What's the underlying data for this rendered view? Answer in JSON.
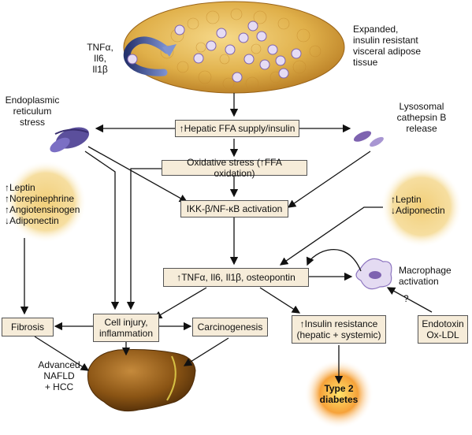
{
  "labels": {
    "cytokines_left": "TNFα,\nIl6,\nIl1β",
    "visceral": "Expanded,\ninsulin resistant\nvisceral adipose\ntissue",
    "er_stress": "Endoplasmic\nreticulum\nstress",
    "lysosomal": "Lysosomal\ncathepsin B\nrelease",
    "left_adipose": "↑Leptin\n↑Norepinephrine\n↑Angiotensinogen\n↓Adiponectin",
    "right_adipose": "↑Leptin\n↓Adiponectin",
    "macrophage": "Macrophage\nactivation",
    "question": "?",
    "advanced": "Advanced\nNAFLD\n+ HCC",
    "type2": "Type 2\ndiabetes"
  },
  "boxes": {
    "hepatic_ffa": "↑Hepatic FFA supply/insulin",
    "oxidative": "Oxidative stress (↑FFA oxidation)",
    "ikk": "IKK-β/NF-κB activation",
    "tnf": "↑TNFα, Il6, Il1β, osteopontin",
    "fibrosis": "Fibrosis",
    "cell_injury": "Cell injury,\ninflammation",
    "carcinogenesis": "Carcinogenesis",
    "insulin_resistance": "↑Insulin resistance\n(hepatic + systemic)",
    "endotoxin": "Endotoxin\nOx-LDL"
  },
  "colors": {
    "box_fill": "#f6ecd9",
    "adipose": "#e0b04a",
    "liver": "#8a5414",
    "arrow_blue": "#4a5da0",
    "macrophage": "#b6a2d6"
  }
}
